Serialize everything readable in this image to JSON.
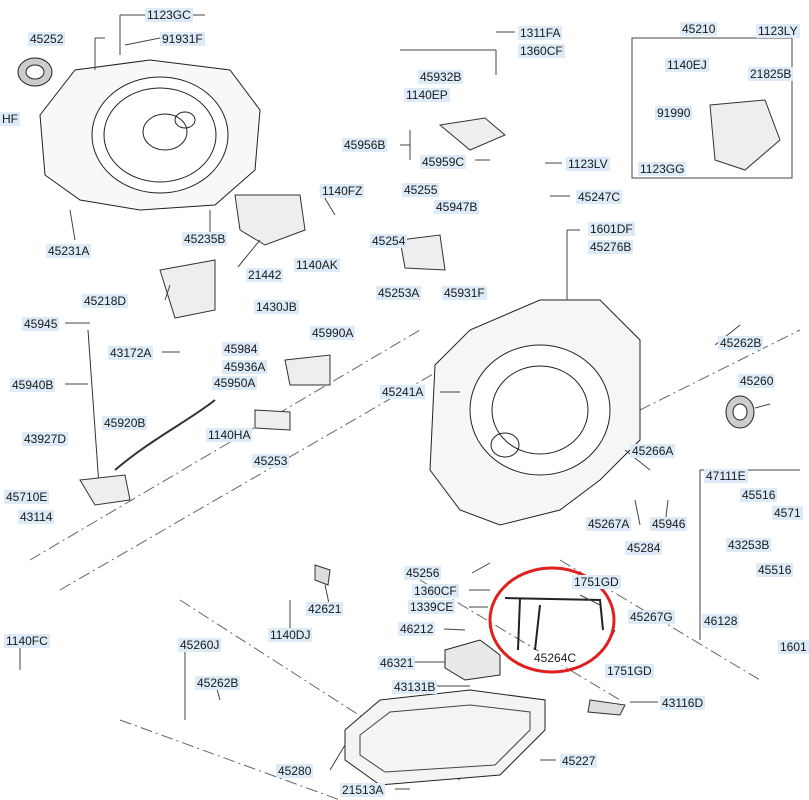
{
  "diagram": {
    "highlight_color": "#e02020",
    "label_bg_color": "#dcebf7",
    "labels": [
      {
        "id": "1123GC",
        "text": "1123GC"
      },
      {
        "id": "45252",
        "text": "45252"
      },
      {
        "id": "91931F",
        "text": "91931F"
      },
      {
        "id": "HF",
        "text": "HF"
      },
      {
        "id": "45231A",
        "text": "45231A"
      },
      {
        "id": "45235B",
        "text": "45235B"
      },
      {
        "id": "21442",
        "text": "21442"
      },
      {
        "id": "1140FZ",
        "text": "1140FZ"
      },
      {
        "id": "45218D",
        "text": "45218D"
      },
      {
        "id": "45945",
        "text": "45945"
      },
      {
        "id": "43172A",
        "text": "43172A"
      },
      {
        "id": "45940B",
        "text": "45940B"
      },
      {
        "id": "45920B",
        "text": "45920B"
      },
      {
        "id": "43927D",
        "text": "43927D"
      },
      {
        "id": "45710E",
        "text": "45710E"
      },
      {
        "id": "43114",
        "text": "43114"
      },
      {
        "id": "1140FC",
        "text": "1140FC"
      },
      {
        "id": "45260J",
        "text": "45260J"
      },
      {
        "id": "45262B_low",
        "text": "45262B"
      },
      {
        "id": "1140DJ",
        "text": "1140DJ"
      },
      {
        "id": "42621",
        "text": "42621"
      },
      {
        "id": "1140HA",
        "text": "1140HA"
      },
      {
        "id": "45253",
        "text": "45253"
      },
      {
        "id": "45984",
        "text": "45984"
      },
      {
        "id": "45936A",
        "text": "45936A"
      },
      {
        "id": "45950A",
        "text": "45950A"
      },
      {
        "id": "1430JB",
        "text": "1430JB"
      },
      {
        "id": "45990A",
        "text": "45990A"
      },
      {
        "id": "1140AK",
        "text": "1140AK"
      },
      {
        "id": "45254",
        "text": "45254"
      },
      {
        "id": "45255",
        "text": "45255"
      },
      {
        "id": "45947B",
        "text": "45947B"
      },
      {
        "id": "45253A",
        "text": "45253A"
      },
      {
        "id": "45931F",
        "text": "45931F"
      },
      {
        "id": "1311FA",
        "text": "1311FA"
      },
      {
        "id": "1360CF_top",
        "text": "1360CF"
      },
      {
        "id": "45932B",
        "text": "45932B"
      },
      {
        "id": "1140EP",
        "text": "1140EP"
      },
      {
        "id": "45956B",
        "text": "45956B"
      },
      {
        "id": "45959C",
        "text": "45959C"
      },
      {
        "id": "1123LV",
        "text": "1123LV"
      },
      {
        "id": "45247C",
        "text": "45247C"
      },
      {
        "id": "1601DF",
        "text": "1601DF"
      },
      {
        "id": "45276B",
        "text": "45276B"
      },
      {
        "id": "45241A",
        "text": "45241A"
      },
      {
        "id": "45210",
        "text": "45210"
      },
      {
        "id": "1123LY",
        "text": "1123LY"
      },
      {
        "id": "1140EJ",
        "text": "1140EJ"
      },
      {
        "id": "21825B",
        "text": "21825B"
      },
      {
        "id": "91990",
        "text": "91990"
      },
      {
        "id": "1123GG",
        "text": "1123GG"
      },
      {
        "id": "45262B",
        "text": "45262B"
      },
      {
        "id": "45260",
        "text": "45260"
      },
      {
        "id": "45266A",
        "text": "45266A"
      },
      {
        "id": "45267A",
        "text": "45267A"
      },
      {
        "id": "45946",
        "text": "45946"
      },
      {
        "id": "45284",
        "text": "45284"
      },
      {
        "id": "47111E",
        "text": "47111E"
      },
      {
        "id": "45516",
        "text": "45516"
      },
      {
        "id": "4571",
        "text": "4571"
      },
      {
        "id": "43253B",
        "text": "43253B"
      },
      {
        "id": "45516_b",
        "text": "45516"
      },
      {
        "id": "46128",
        "text": "46128"
      },
      {
        "id": "1601",
        "text": "1601"
      },
      {
        "id": "45256",
        "text": "45256"
      },
      {
        "id": "1360CF",
        "text": "1360CF"
      },
      {
        "id": "1339CE",
        "text": "1339CE"
      },
      {
        "id": "46212",
        "text": "46212"
      },
      {
        "id": "1751GD_top",
        "text": "1751GD"
      },
      {
        "id": "45267G",
        "text": "45267G"
      },
      {
        "id": "45264C",
        "text": "45264C"
      },
      {
        "id": "1751GD",
        "text": "1751GD"
      },
      {
        "id": "46321",
        "text": "46321"
      },
      {
        "id": "43131B",
        "text": "43131B"
      },
      {
        "id": "43116D",
        "text": "43116D"
      },
      {
        "id": "45280",
        "text": "45280"
      },
      {
        "id": "45227",
        "text": "45227"
      },
      {
        "id": "21513A",
        "text": "21513A"
      }
    ]
  }
}
